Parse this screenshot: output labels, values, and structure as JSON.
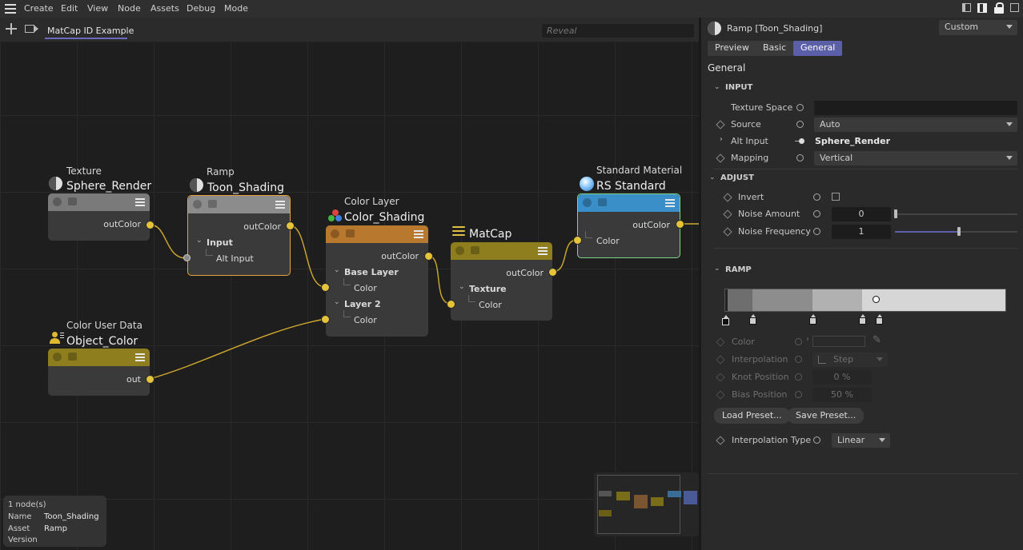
{
  "menu": [
    "Create",
    "Edit",
    "View",
    "Node",
    "Assets",
    "Debug",
    "Mode"
  ],
  "tab": {
    "label": "MatCap ID Example"
  },
  "search": {
    "placeholder": "Reveal"
  },
  "nodes": {
    "texture": {
      "title": "Texture",
      "name": "Sphere_Render",
      "port_out": "outColor"
    },
    "ramp": {
      "title": "Ramp",
      "name": "Toon_Shading",
      "port_out": "outColor",
      "group": "Input",
      "port_in": "Alt Input"
    },
    "color_layer": {
      "title": "Color Layer",
      "name": "Color_Shading",
      "port_out": "outColor",
      "group1": "Base Layer",
      "port1": "Color",
      "group2": "Layer 2",
      "port2": "Color"
    },
    "matcap": {
      "name": "MatCap",
      "port_out": "outColor",
      "group": "Texture",
      "port_in": "Color"
    },
    "standard": {
      "title": "Standard Material",
      "name": "RS Standard",
      "port_out": "outColor",
      "port_in": "Color"
    },
    "user_data": {
      "title": "Color User Data",
      "name": "Object_Color",
      "port_out": "out"
    }
  },
  "info": {
    "count": "1 node(s)",
    "name_label": "Name",
    "name_value": "Toon_Shading",
    "asset_label": "Asset",
    "asset_value": "Ramp",
    "version_label": "Version"
  },
  "panel": {
    "title": "Ramp [Toon_Shading]",
    "mode": "Custom",
    "tabs": [
      "Preview",
      "Basic",
      "General"
    ],
    "section_title": "General",
    "input": {
      "header": "INPUT",
      "texture_space": "Texture Space",
      "source": "Source",
      "source_value": "Auto",
      "alt_input": "Alt Input",
      "alt_input_value": "Sphere_Render",
      "mapping": "Mapping",
      "mapping_value": "Vertical"
    },
    "adjust": {
      "header": "ADJUST",
      "invert": "Invert",
      "noise_amount": "Noise Amount",
      "noise_amount_value": "0",
      "noise_frequency": "Noise Frequency",
      "noise_frequency_value": "1",
      "noise_frequency_level": 0.52
    },
    "ramp": {
      "header": "RAMP",
      "color": "Color",
      "interpolation": "Interpolation",
      "interpolation_value": "Step",
      "knot_position": "Knot Position",
      "knot_position_value": "0 %",
      "bias_position": "Bias Position",
      "bias_position_value": "50 %",
      "load_preset": "Load Preset...",
      "save_preset": "Save Preset...",
      "interpolation_type": "Interpolation Type",
      "interpolation_type_value": "Linear"
    }
  },
  "colors": {
    "texture": "#7a7a7a",
    "ramp": "#8c8c8c",
    "color_layer": "#b8782e",
    "matcap": "#8f7e1e",
    "standard": "#3a8fc8",
    "user_data": "#8f7e1e",
    "accent": "#5b5fa8",
    "port": "#e5c33a"
  }
}
